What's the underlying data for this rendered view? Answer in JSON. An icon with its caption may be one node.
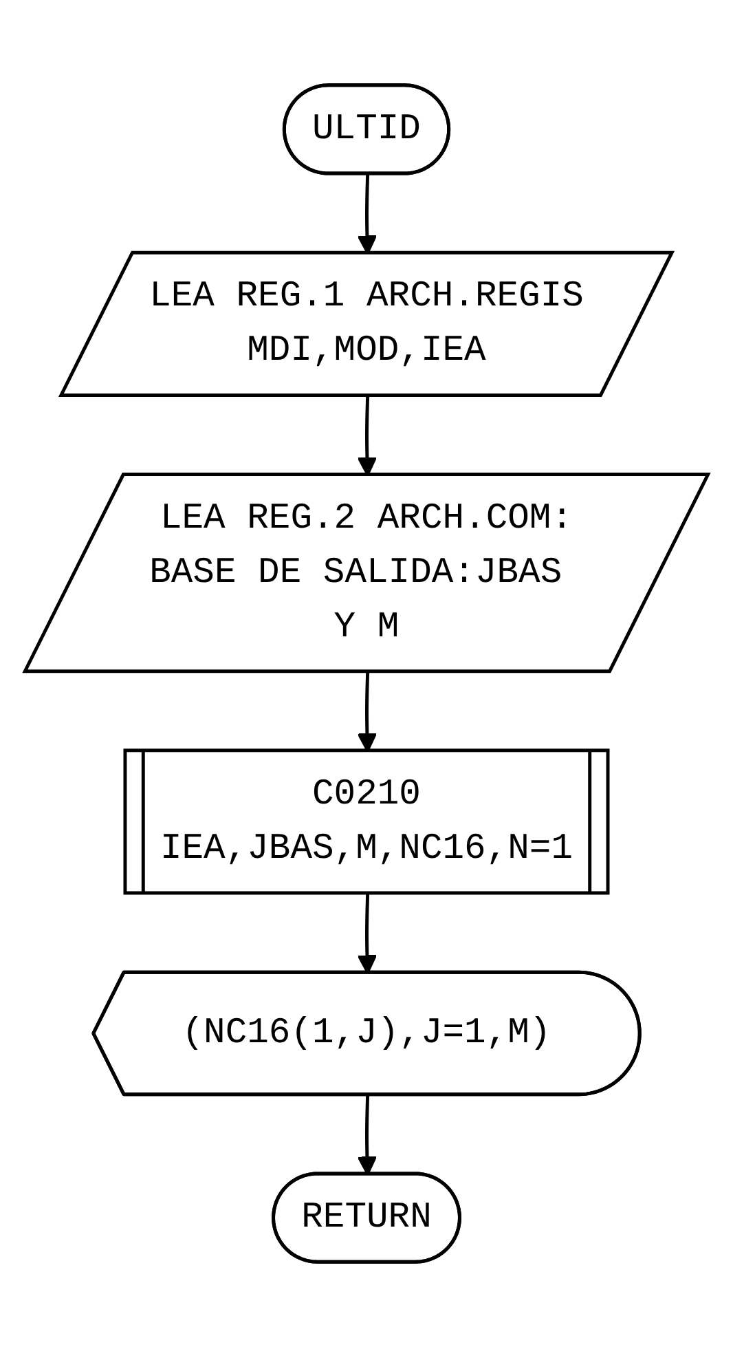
{
  "diagram": {
    "nodes": [
      {
        "text": [
          "ULTID"
        ]
      },
      {
        "text": [
          "LEA REG.1 ARCH.REGIS",
          "MDI,MOD,IEA"
        ]
      },
      {
        "text": [
          "LEA REG.2 ARCH.COM:",
          "BASE DE SALIDA:JBAS Y M"
        ]
      },
      {
        "text": [
          "C0210",
          "IEA,JBAS,M,NC16,N=1"
        ]
      },
      {
        "text": [
          "(NC16(1,J),J=1,M)"
        ]
      },
      {
        "text": [
          "RETURN"
        ]
      }
    ],
    "edges": [
      {
        "from": 0,
        "to": 1,
        "arrow": "to"
      },
      {
        "from": 1,
        "to": 2,
        "arrow": "to"
      },
      {
        "from": 2,
        "to": 3,
        "arrow": "to"
      },
      {
        "from": 3,
        "to": 4,
        "arrow": "to"
      },
      {
        "from": 4,
        "to": 5,
        "arrow": "to"
      }
    ]
  }
}
